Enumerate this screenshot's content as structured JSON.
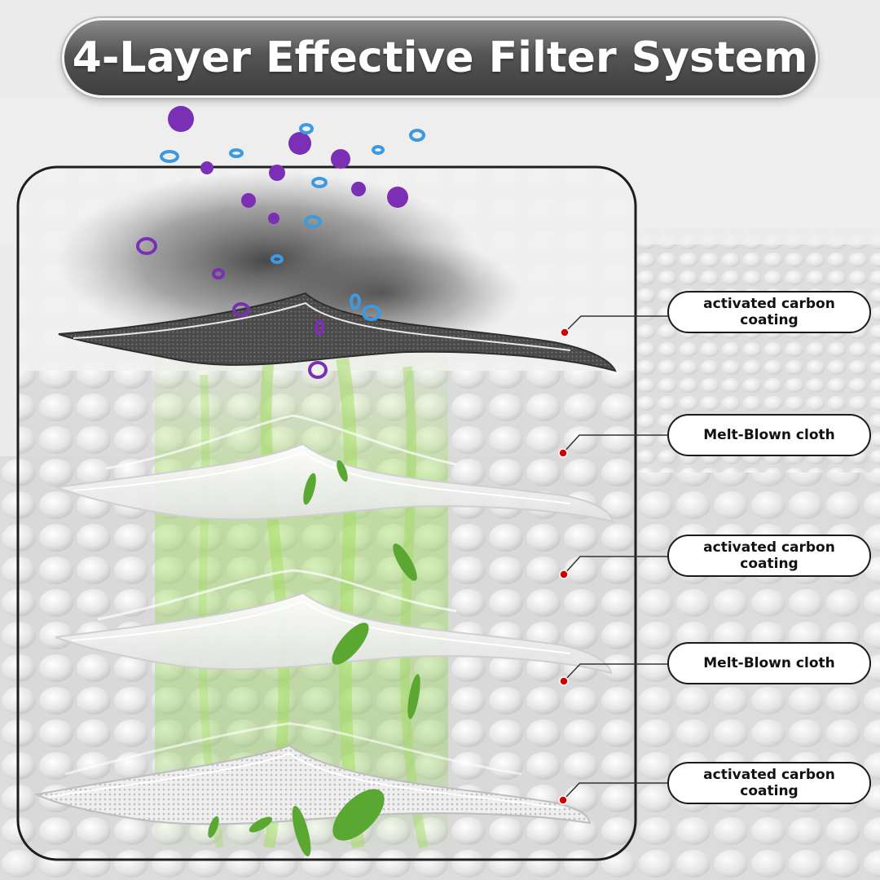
{
  "title": "4-Layer Effective Filter System",
  "layers": [
    {
      "label": "activated carbon\ncoating",
      "color": "#555555"
    },
    {
      "label": "Melt-Blown cloth",
      "color": "#f4f4f4"
    },
    {
      "label": "activated carbon\ncoating",
      "color": "#e6e6e6"
    },
    {
      "label": "Melt-Blown cloth",
      "color": "#f4f4f4"
    },
    {
      "label": "activated carbon\ncoating",
      "color": "#dcdcdc"
    }
  ],
  "colors": {
    "frame": "#1e1e1e",
    "marker_dot": "#d40000",
    "particle_purple": "#7b2fb5",
    "particle_blue": "#3d9ae0",
    "airflow_green": "#8fd14f",
    "leaf_green": "#5aa832"
  },
  "icons": [
    "bacteria-icon",
    "particle-ring-icon",
    "leaf-icon"
  ]
}
